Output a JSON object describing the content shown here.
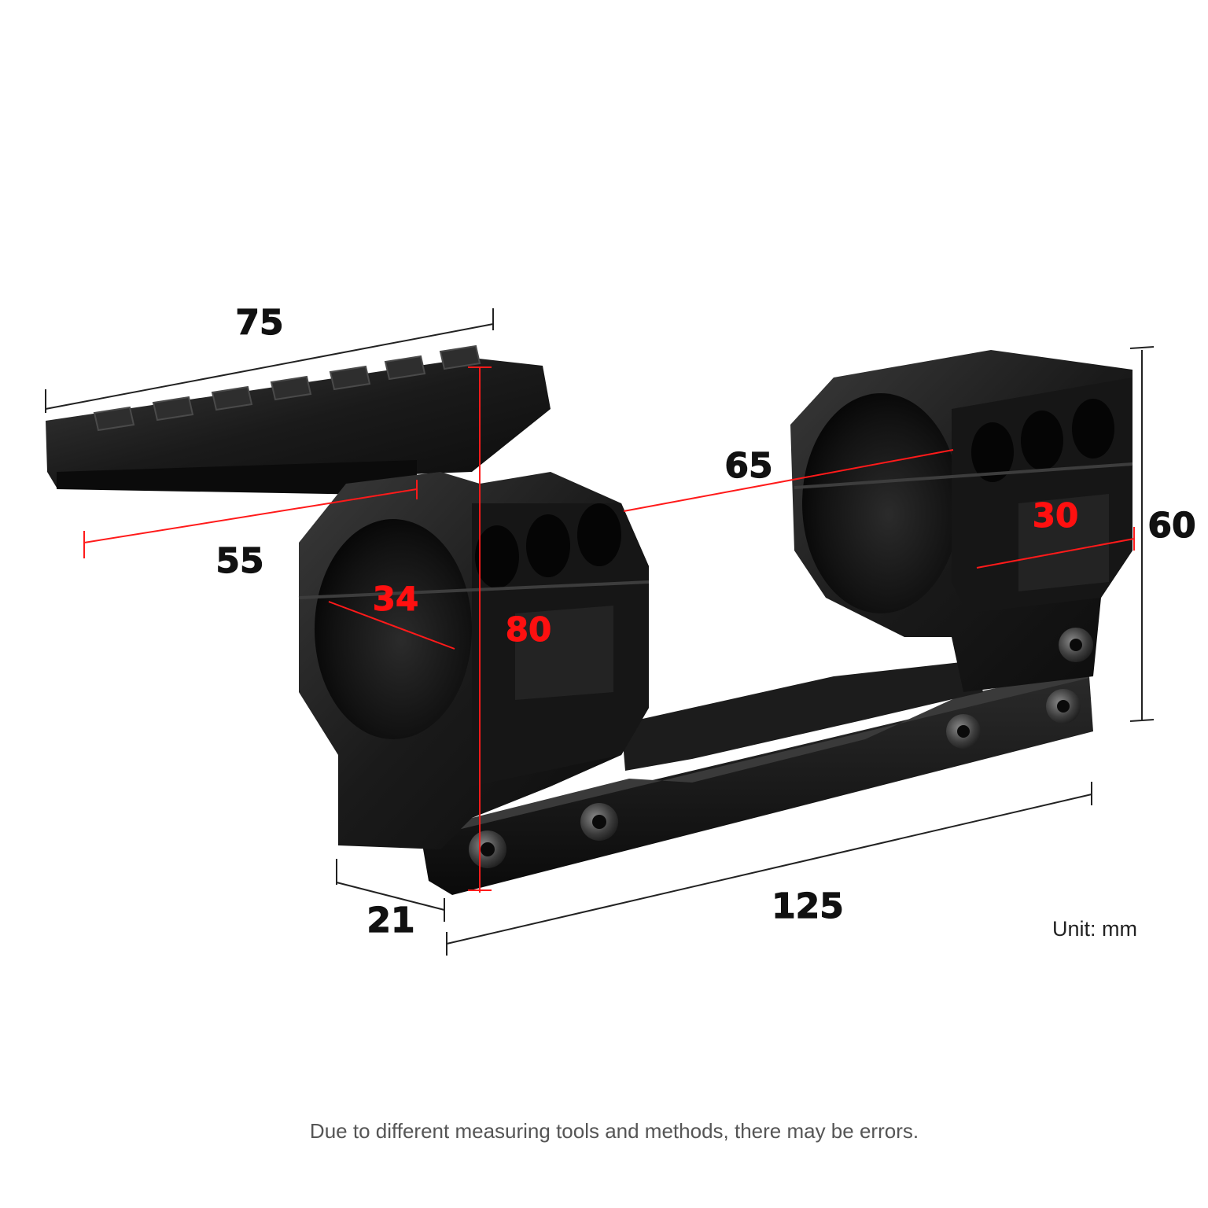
{
  "dimensions": {
    "rail_length": "75",
    "ring_offset": "55",
    "ring_spacing": "65",
    "ring_inner_diameter": "34",
    "center_height": "80",
    "ring_width": "30",
    "total_height": "60",
    "base_width": "21",
    "base_length": "125"
  },
  "unit_label": "Unit: mm",
  "disclaimer": "Due to different measuring tools and methods, there may be errors.",
  "colors": {
    "black_dimension": "#111111",
    "red_dimension": "#ff1010",
    "product_body": "#141414"
  }
}
